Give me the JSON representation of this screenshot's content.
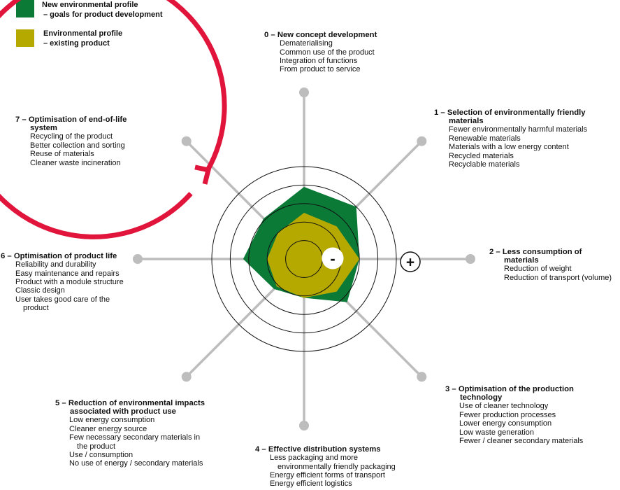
{
  "legend": [
    {
      "line1": "New environmental profile",
      "line2": "– goals for product development",
      "color": "#0b7a37"
    },
    {
      "line1": "Environmental profile",
      "line2": "– existing product",
      "color": "#b5a900"
    }
  ],
  "indicators": {
    "minus": "-",
    "plus": "+"
  },
  "colors": {
    "new_profile": "#0b7a37",
    "existing_profile": "#b5a900",
    "arrow": "#e1153b",
    "axis": "#bdbdbd",
    "rings": "#111111"
  },
  "strategies": [
    {
      "title": [
        "0 – New concept development"
      ],
      "items": [
        [
          "Dematerialising"
        ],
        [
          "Common use of the product"
        ],
        [
          "Integration of functions"
        ],
        [
          "From product to service"
        ]
      ]
    },
    {
      "title": [
        "1 – Selection of environmentally friendly",
        "materials"
      ],
      "items": [
        [
          "Fewer environmentally harmful materials"
        ],
        [
          "Renewable materials"
        ],
        [
          "Materials with a low energy content"
        ],
        [
          "Recycled materials"
        ],
        [
          "Recyclable materials"
        ]
      ]
    },
    {
      "title": [
        "2 – Less consumption of",
        "materials"
      ],
      "items": [
        [
          "Reduction of weight"
        ],
        [
          "Reduction of transport (volume)"
        ]
      ]
    },
    {
      "title": [
        "3 – Optimisation of the production",
        "technology"
      ],
      "items": [
        [
          "Use of cleaner technology"
        ],
        [
          "Fewer production processes"
        ],
        [
          "Lower energy consumption"
        ],
        [
          "Low waste generation"
        ],
        [
          "Fewer / cleaner secondary materials"
        ]
      ]
    },
    {
      "title": [
        "4 – Effective distribution systems"
      ],
      "items": [
        [
          "Less packaging and more",
          "environmentally friendly packaging"
        ],
        [
          "Energy efficient forms of transport"
        ],
        [
          "Energy efficient logistics"
        ]
      ]
    },
    {
      "title": [
        "5 – Reduction of environmental impacts",
        "associated with product use"
      ],
      "items": [
        [
          "Low energy consumption"
        ],
        [
          "Cleaner energy source"
        ],
        [
          "Few necessary secondary materials in",
          "the product"
        ],
        [
          "Use / consumption"
        ],
        [
          "No use of energy / secondary materials"
        ]
      ]
    },
    {
      "title": [
        "6 – Optimisation of product life"
      ],
      "items": [
        [
          "Reliability and durability"
        ],
        [
          "Easy maintenance and repairs"
        ],
        [
          "Product with a module structure"
        ],
        [
          "Classic design"
        ],
        [
          "User takes good care of the",
          "product"
        ]
      ]
    },
    {
      "title": [
        "7 – Optimisation of end-of-life",
        "system"
      ],
      "items": [
        [
          "Recycling of the product"
        ],
        [
          "Better collection and sorting"
        ],
        [
          "Reuse of materials"
        ],
        [
          "Cleaner waste incineration"
        ]
      ]
    }
  ],
  "profile_scale": {
    "rings": 5
  },
  "profile_new": [
    3.9,
    4.0,
    3.0,
    3.3,
    2.1,
    2.3,
    3.3,
    3.1
  ],
  "profile_existing": [
    2.5,
    2.5,
    3.0,
    2.5,
    2.1,
    2.1,
    2.0,
    2.0
  ]
}
